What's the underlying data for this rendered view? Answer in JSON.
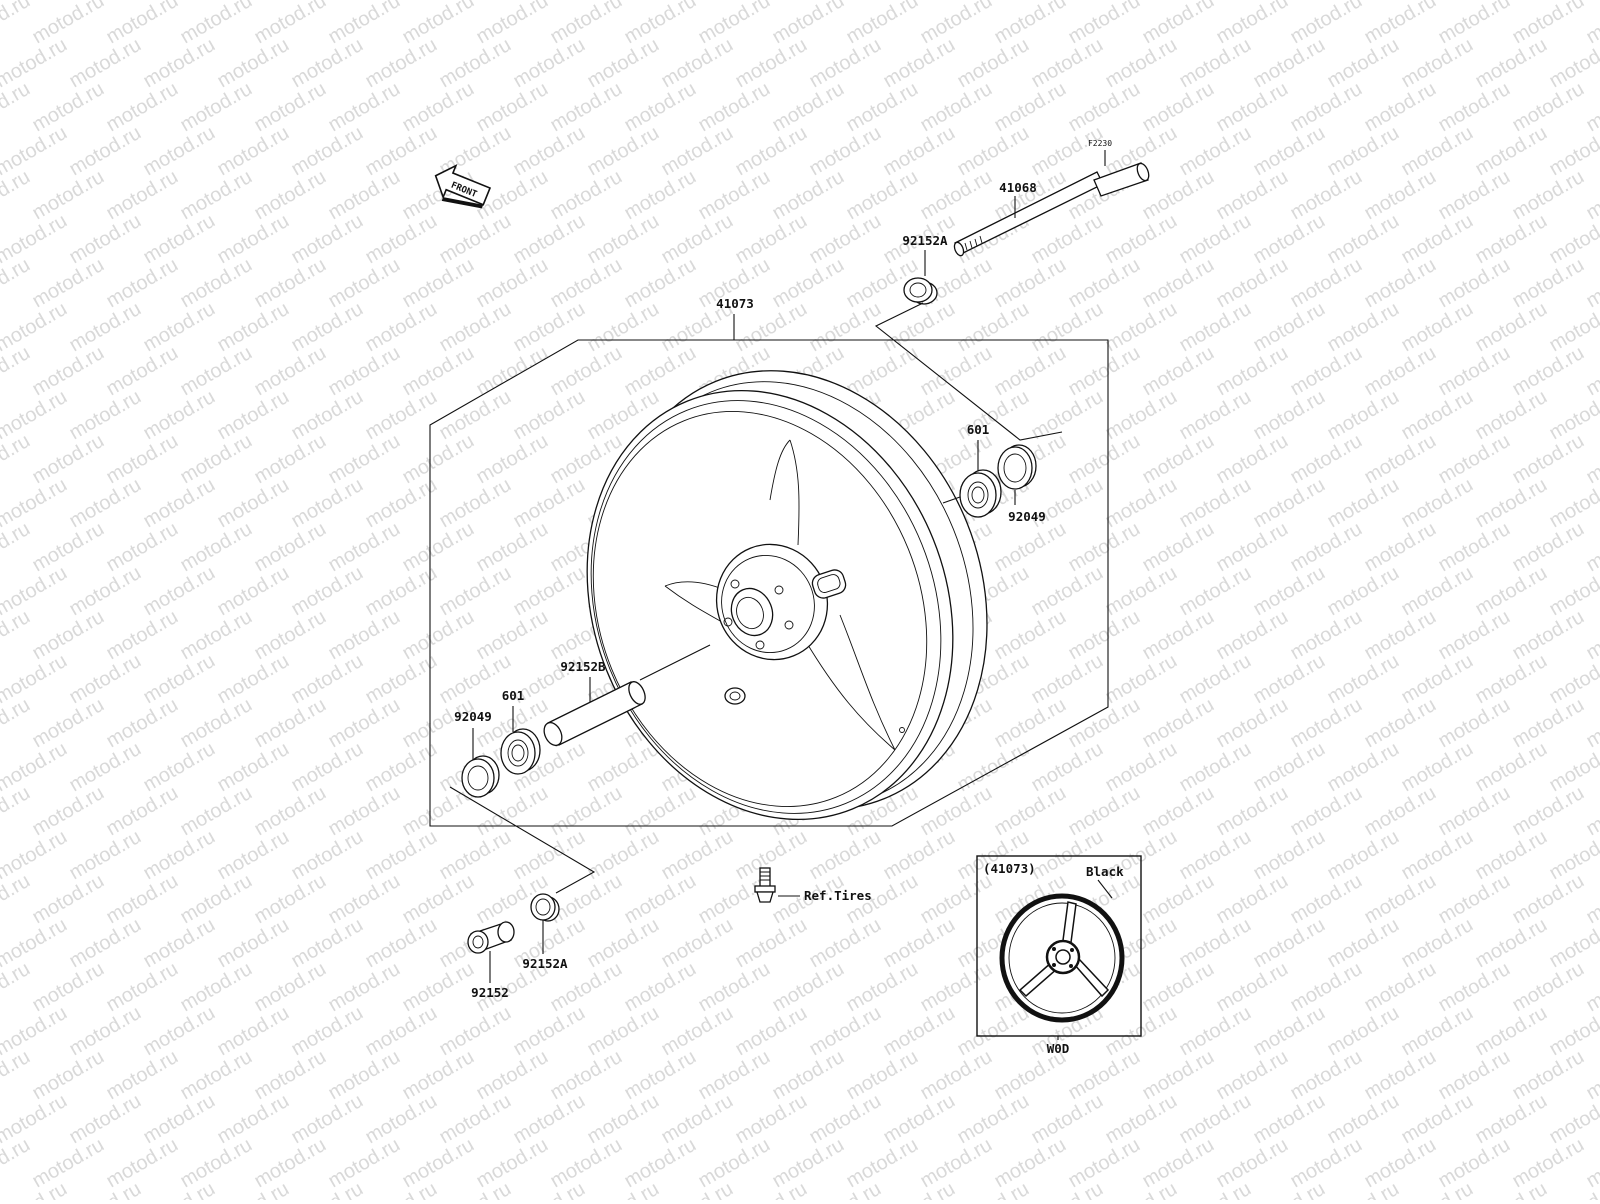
{
  "watermark": "motod.ru",
  "front_label": "FRONT",
  "figure_code": "F2230",
  "labels": {
    "axle": "41068",
    "collar_a_top": "92152A",
    "wheel_assy": "41073",
    "bearing_right": "601",
    "seal_right": "92049",
    "collar_b": "92152B",
    "bearing_left": "601",
    "seal_left": "92049",
    "collar_left": "92152",
    "collar_a_left": "92152A",
    "valve_ref": "Ref.Tires"
  },
  "inset": {
    "part_ref": "(41073)",
    "color": "Black",
    "variant": "W0D"
  }
}
